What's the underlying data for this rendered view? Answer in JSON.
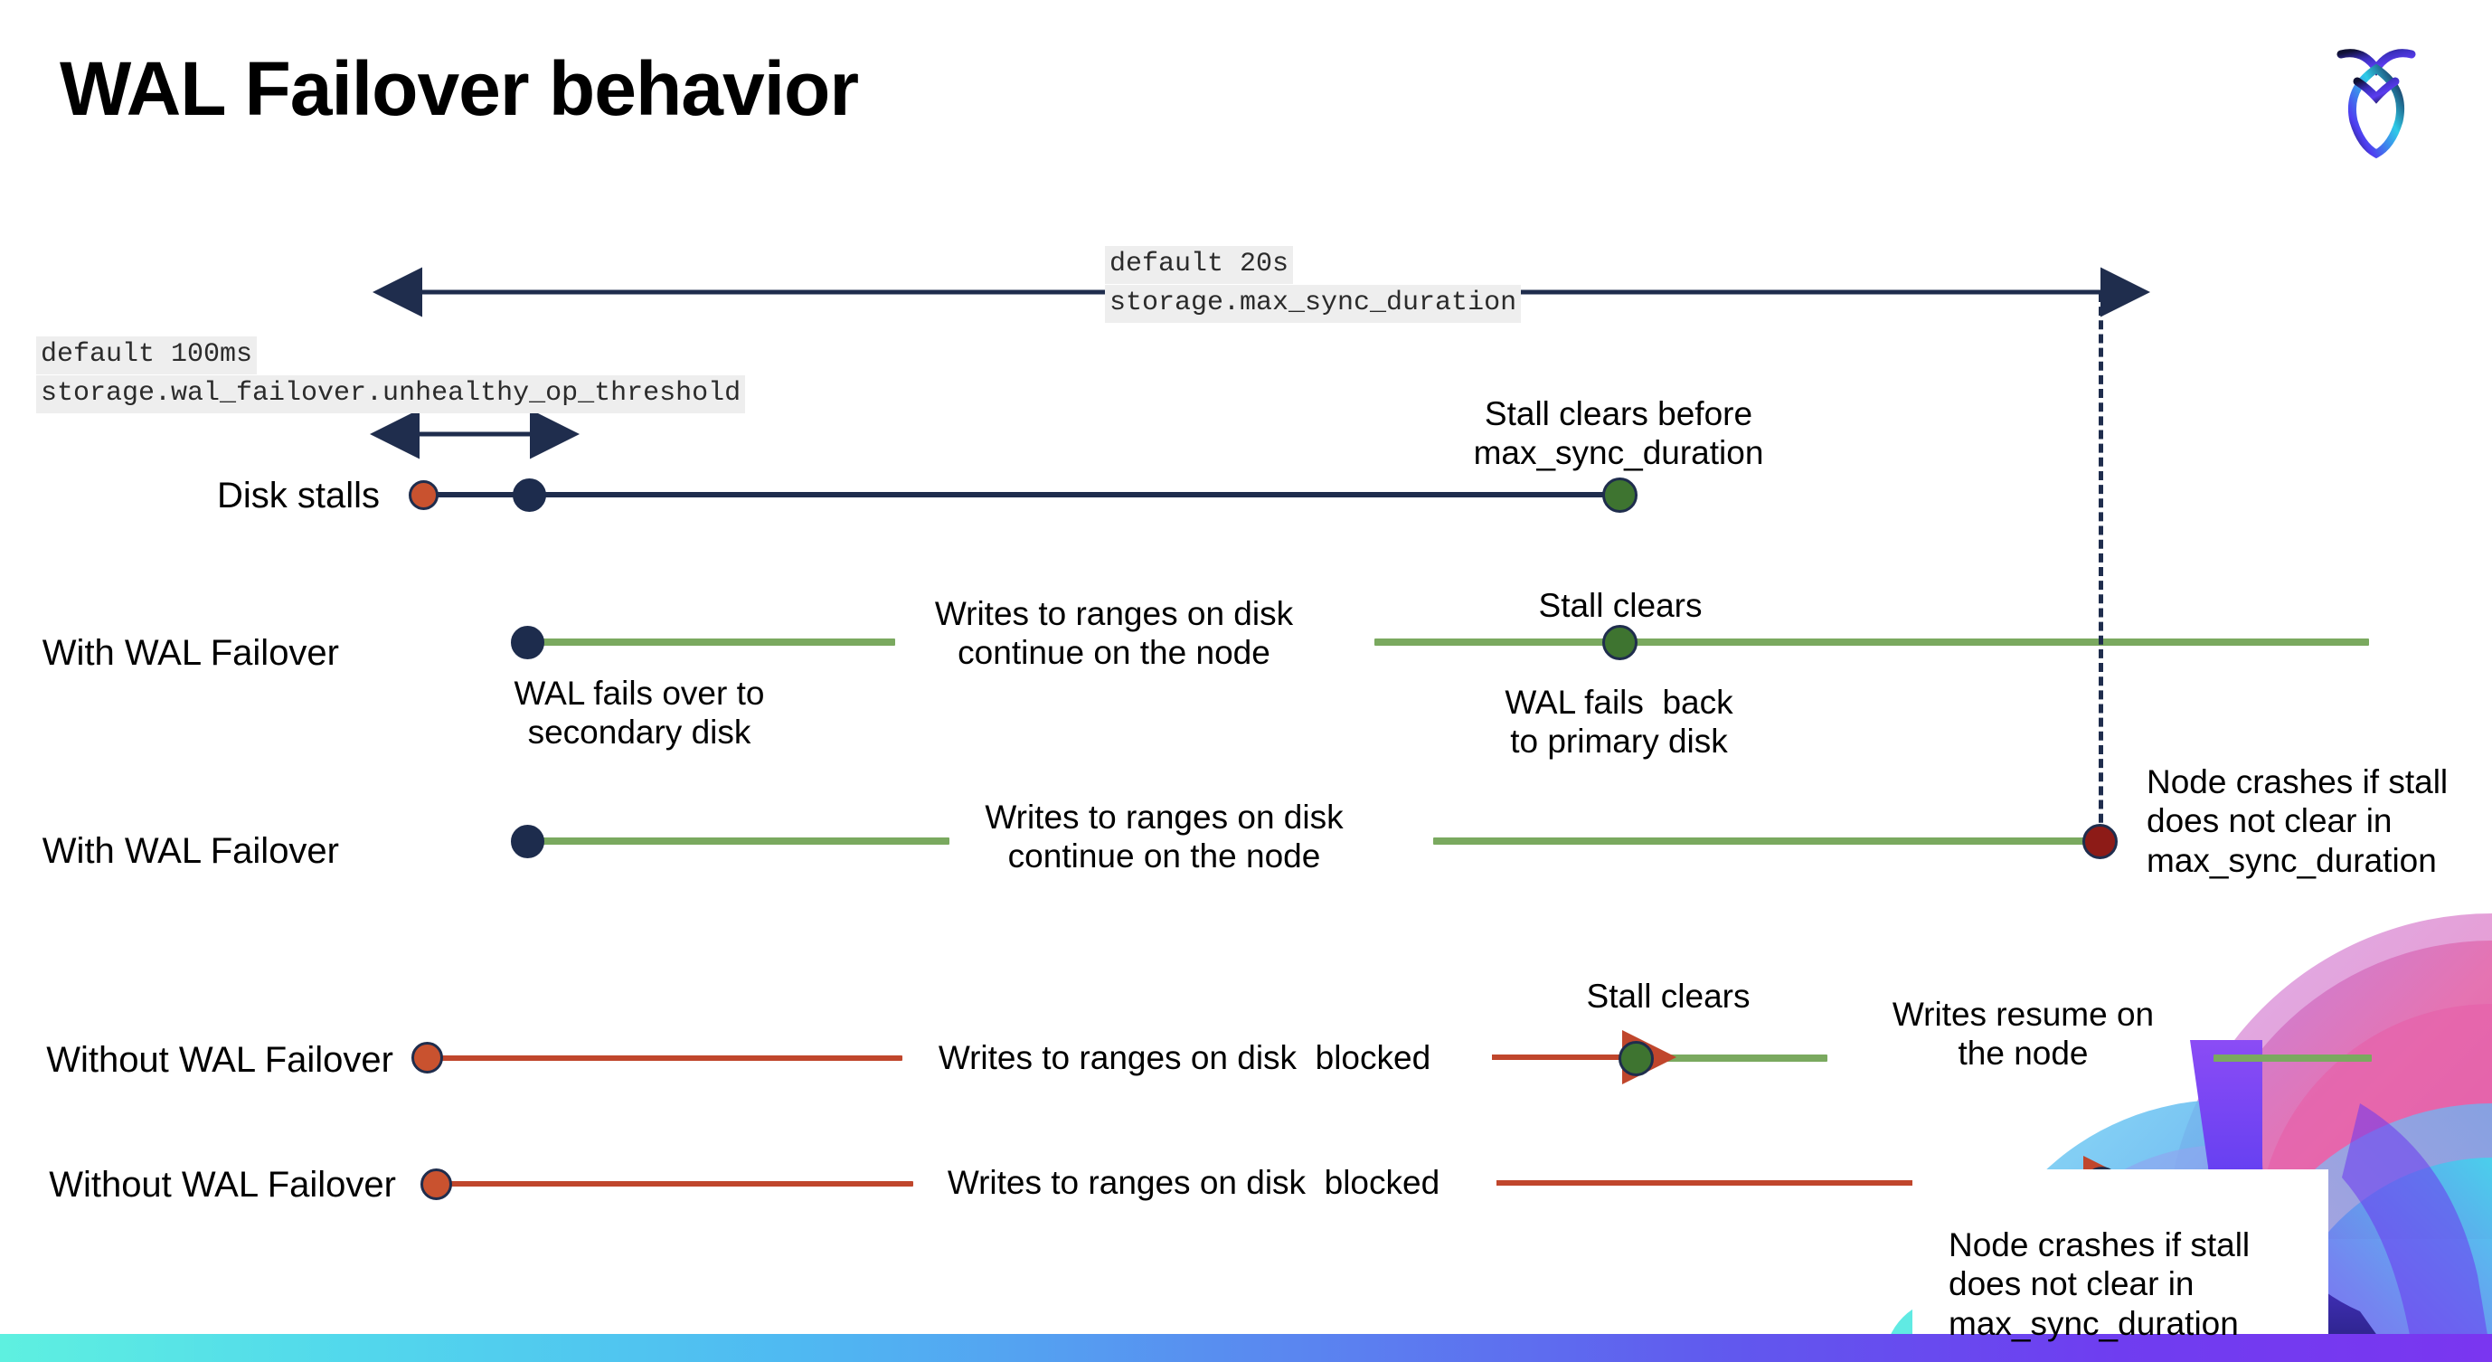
{
  "slide": {
    "title": "WAL Failover behavior",
    "logo_name": "cockroachdb-logo"
  },
  "chips": [
    {
      "id": "max-sync-duration",
      "line1": "default 20s",
      "line2": "storage.max_sync_duration"
    },
    {
      "id": "unhealthy-op-threshold",
      "line1": "default 100ms",
      "line2": "storage.wal_failover.unhealthy_op_threshold"
    }
  ],
  "rows": [
    {
      "id": "disk-stalls",
      "label": "Disk stalls"
    },
    {
      "id": "with-wal-failover-1",
      "label": "With WAL Failover"
    },
    {
      "id": "with-wal-failover-2",
      "label": "With WAL Failover"
    },
    {
      "id": "without-wal-failover-1",
      "label": "Without WAL Failover"
    },
    {
      "id": "without-wal-failover-2",
      "label": "Without WAL Failover"
    }
  ],
  "annotations": {
    "stall_clears_before": "Stall clears before\nmax_sync_duration",
    "stall_clears_1": "Stall clears",
    "stall_clears_2": "Stall clears",
    "writes_continue_1": "Writes to ranges on disk\ncontinue on the node",
    "writes_continue_2": "Writes to ranges on disk\ncontinue on the node",
    "wal_fails_over": "WAL fails over to\nsecondary disk",
    "wal_fails_back": "WAL fails  back\nto primary disk",
    "node_crashes_1": "Node crashes if stall\ndoes not clear in\nmax_sync_duration",
    "node_crashes_2": "Node crashes if stall\ndoes not clear in\nmax_sync_duration",
    "writes_blocked_1": "Writes to ranges on disk  blocked",
    "writes_blocked_2": "Writes to ranges on disk  blocked",
    "writes_resume": "Writes resume on\nthe node"
  },
  "colors": {
    "navy": "#1f2d4d",
    "green_line": "#7aa95f",
    "green_dot": "#3e7430",
    "orange_line": "#c0462c",
    "orange_dot": "#c9522f",
    "dark_red_dot": "#8d1b17",
    "chip_bg": "#eeeeee",
    "bottom_bar_start": "#5ef0e0",
    "bottom_bar_end": "#7a36f0"
  }
}
